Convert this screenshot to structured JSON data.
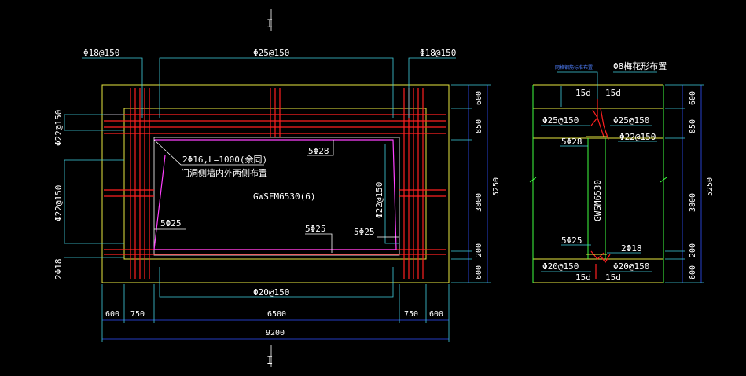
{
  "section_marks": {
    "top": "I",
    "bottom": "I"
  },
  "left_view": {
    "top_labels": {
      "left": "Φ18@150",
      "center": "Φ25@150",
      "right": "Φ18@150"
    },
    "left_labels": {
      "upper": "Φ22@150",
      "middle": "Φ22@150",
      "bottom": "2Φ18"
    },
    "right_labels": {
      "middle": "Φ22@150"
    },
    "bottom_label": "Φ20@150",
    "note_line1": "2Φ16,L=1000(余同)",
    "note_line2": "门洞侧墙内外两侧布置",
    "inner_labels": {
      "tr": "5Φ28",
      "bl": "5Φ25",
      "bm": "5Φ25",
      "br": "5Φ25"
    },
    "component": "GWSFM6530(6)",
    "bottom_dims": [
      "600",
      "750",
      "6500",
      "750",
      "600"
    ],
    "total_width": "9200",
    "right_dims": [
      "600",
      "850",
      "3800",
      "200",
      "600"
    ],
    "total_height": "5250"
  },
  "right_view": {
    "top_small_label": "网格钢筋标准布置",
    "top_label": "Φ8梅花形布置",
    "d15": "15d",
    "left_labels": {
      "a": "Φ25@150",
      "b": "5Φ28",
      "c": "5Φ25",
      "d": "Φ20@150"
    },
    "right_labels": {
      "a": "Φ25@150",
      "b": "Φ22@150",
      "c": "2Φ18",
      "d": "Φ20@150"
    },
    "component": "GWSM6530",
    "right_dims": [
      "600",
      "850",
      "3800",
      "200",
      "600"
    ],
    "total_height": "5250"
  },
  "colors": {
    "rebar": "#ff2020",
    "outline": "#e8e840",
    "dimension": "#40d0e0",
    "wall": "#40ff40",
    "stirrup": "#ff40ff"
  }
}
